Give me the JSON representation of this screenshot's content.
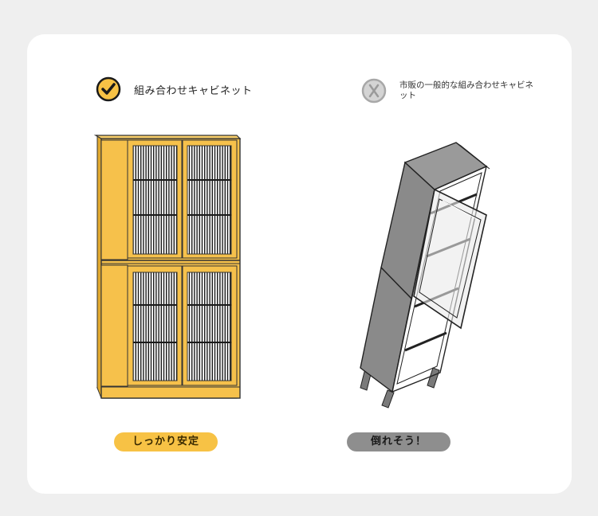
{
  "left": {
    "title": "組み合わせキャビネット",
    "badge": "しっかり安定",
    "icon": "check-circle-icon"
  },
  "right": {
    "title": "市販の一般的な組み合わせキャビネット",
    "badge": "倒れそう！",
    "icon": "x-circle-icon"
  },
  "colors": {
    "accent": "#f7c245",
    "wood": "#f6c14b",
    "grey": "#8e8e8e",
    "check": "#2b2b2b"
  }
}
